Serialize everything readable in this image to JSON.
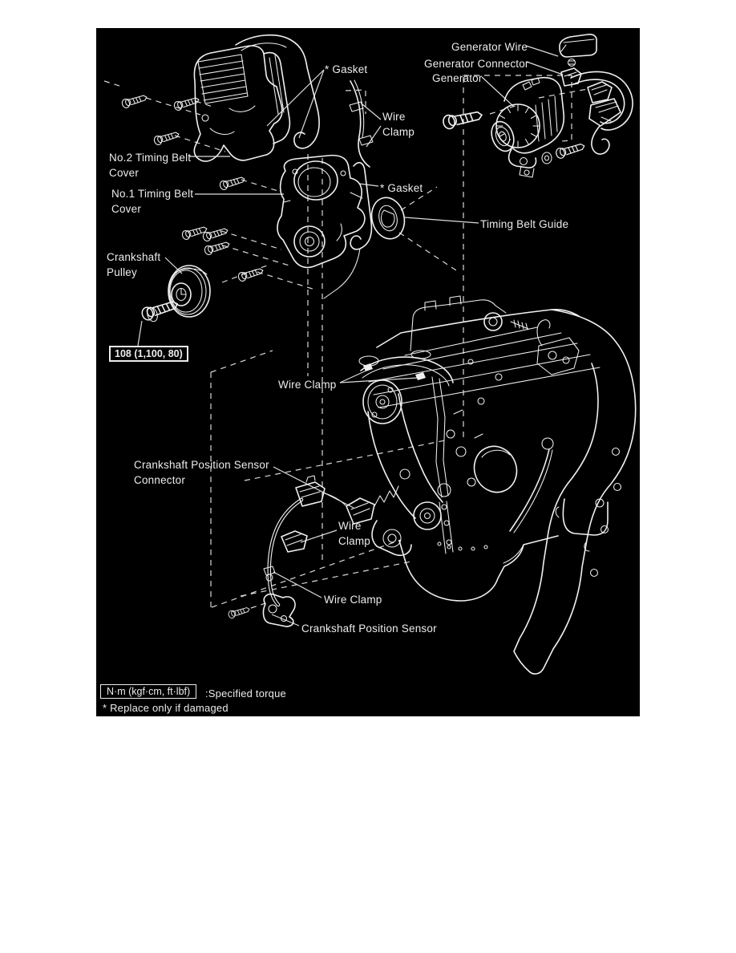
{
  "colors": {
    "page_bg": "#ffffff",
    "panel_bg": "#000000",
    "line_ink": "#f0f0f0",
    "text_ink": "#ececec"
  },
  "diagram": {
    "labels": {
      "generator_wire": "Generator Wire",
      "generator_connector": "Generator Connector",
      "generator": "Generator",
      "gasket_top": "* Gasket",
      "wire_clamp_top": "Wire\nClamp",
      "no2_timing_belt_cover": "No.2 Timing Belt\nCover",
      "no1_timing_belt_cover": "No.1 Timing Belt\nCover",
      "gasket_mid": "* Gasket",
      "timing_belt_guide": "Timing Belt Guide",
      "crankshaft_pulley": "Crankshaft\nPulley",
      "wire_clamp_engine": "Wire Clamp",
      "cps_connector": "Crankshaft Position Sensor\nConnector",
      "wire_clamp_mid": "Wire\nClamp",
      "wire_clamp_low": "Wire Clamp",
      "crankshaft_position_sensor": "Crankshaft Position Sensor"
    },
    "torque_spec": "108 (1,100, 80)",
    "legend": {
      "torque_units": "N·m (kgf·cm, ft·lbf)",
      "torque_caption": ":Specified torque",
      "replace_note": "* Replace only if damaged"
    }
  }
}
